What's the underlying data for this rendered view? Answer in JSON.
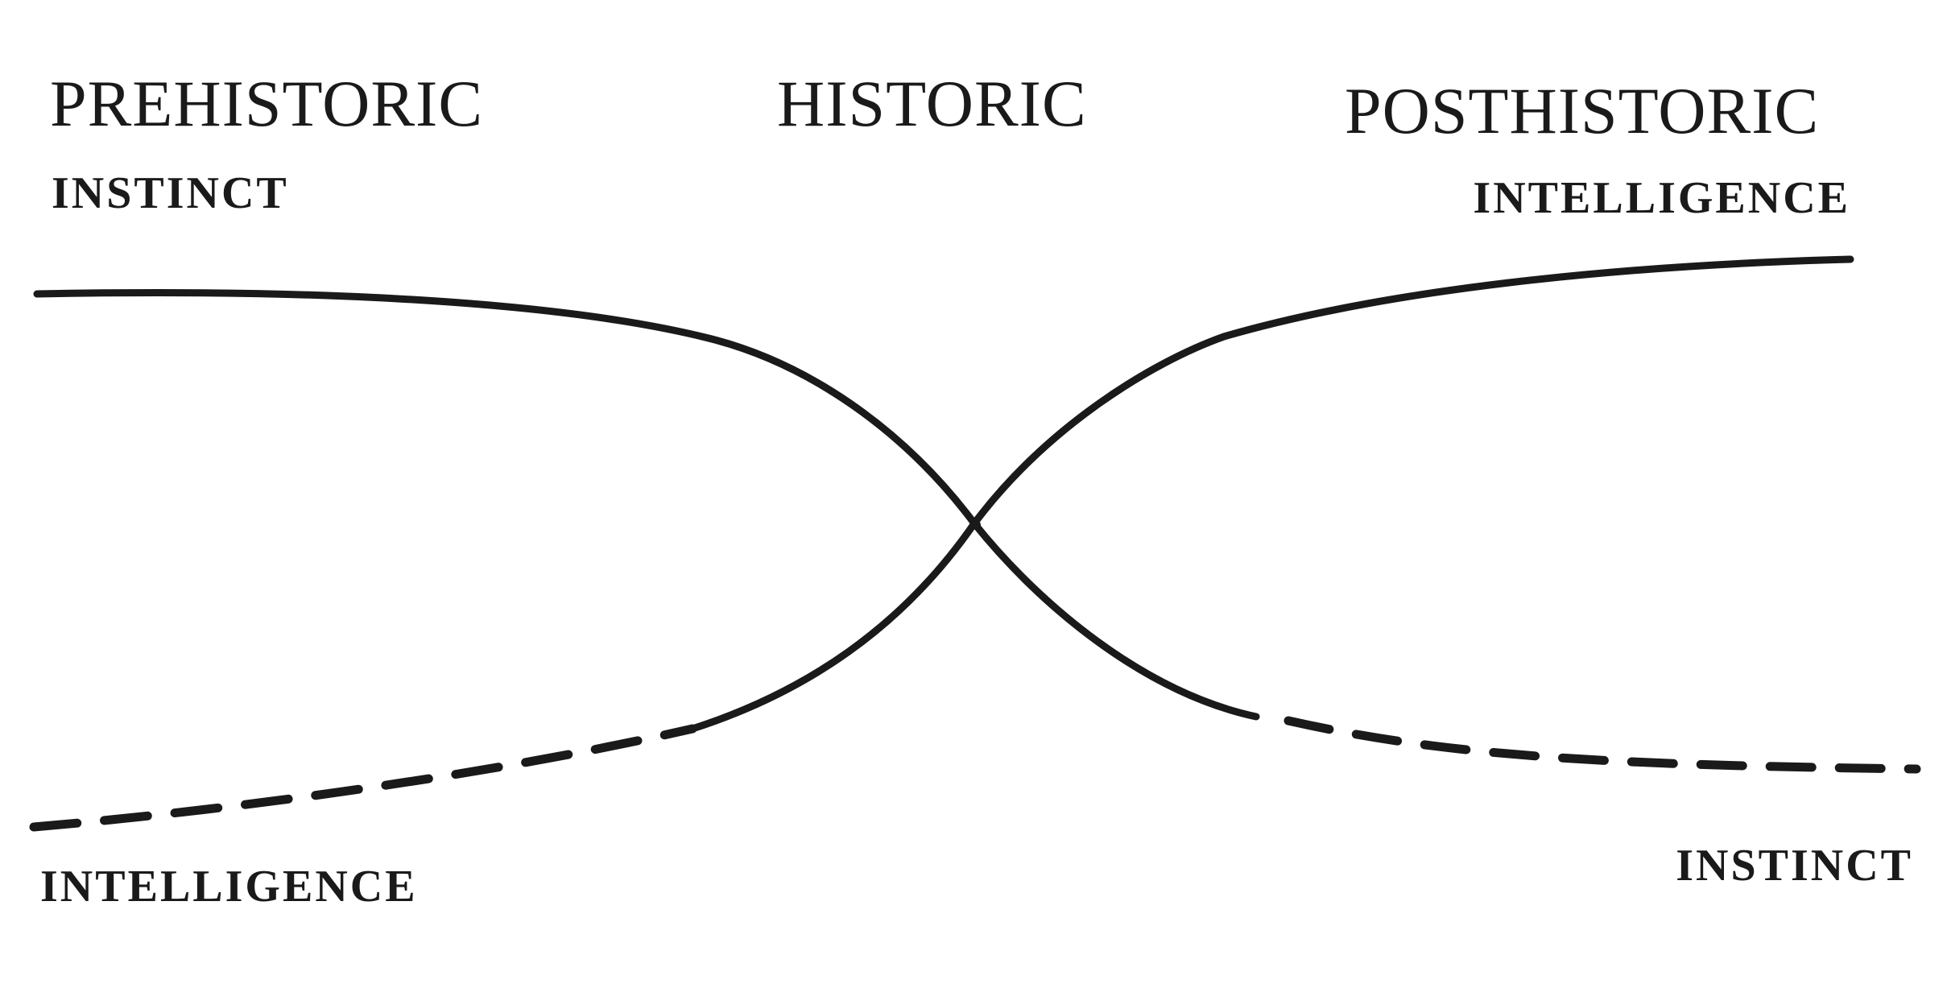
{
  "eras": {
    "prehistoric": "PREHISTORIC",
    "historic": "HISTORIC",
    "posthistoric": "POSTHISTORIC"
  },
  "traits": {
    "top_left": "INSTINCT",
    "top_right": "INTELLIGENCE",
    "bottom_left": "INTELLIGENCE",
    "bottom_right": "INSTINCT"
  },
  "curves": {
    "instinct": {
      "from": "prehistoric",
      "direction": "falling",
      "solid_until": "posthistoric",
      "then": "dashed"
    },
    "intelligence": {
      "from": "prehistoric",
      "direction": "rising",
      "dashed_until": "historic",
      "then": "solid"
    }
  },
  "colors": {
    "ink": "#1a1a1a",
    "paper": "#ffffff"
  }
}
